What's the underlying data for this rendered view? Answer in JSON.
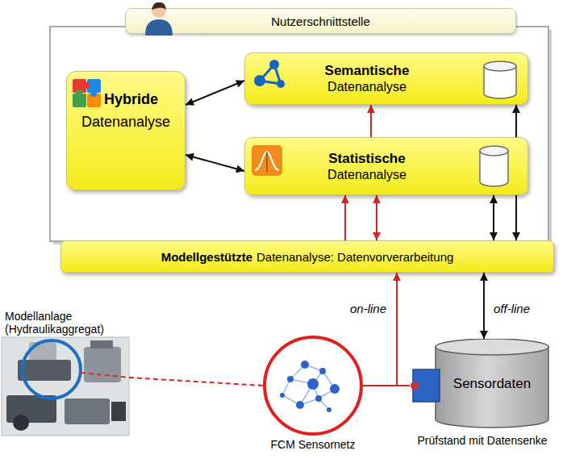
{
  "diagram": {
    "nodes": [
      {
        "text": [
          "Nutzerschnittstelle"
        ]
      },
      {
        "text": [
          "Hybride",
          "Datenanalyse"
        ]
      },
      {
        "text": [
          "Semantische",
          "Datenanalyse"
        ]
      },
      {
        "text": [
          "Statistische",
          "Datenanalyse"
        ]
      },
      {
        "text": [
          "Modellgestützte",
          "Datenanalyse: Datenvorverarbeitung"
        ]
      },
      {
        "text": [
          "Modellanlage (Hydraulikaggregat)"
        ]
      },
      {
        "text": [
          "FCM Sensornetz"
        ]
      },
      {
        "text": [
          "Sensordaten",
          "Prüfstand mit Datensenke"
        ]
      }
    ],
    "edges": [
      {
        "from": 1,
        "to": 2,
        "arrow": "both"
      },
      {
        "from": 1,
        "to": 3,
        "arrow": "both"
      },
      {
        "from": 3,
        "to": 2,
        "arrow": "to"
      },
      {
        "from": 4,
        "to": 3,
        "arrow": "to"
      },
      {
        "from": 4,
        "to": 3,
        "arrow": "both"
      },
      {
        "from": 4,
        "to": 3,
        "arrow": "both"
      },
      {
        "from": 4,
        "to": 2,
        "arrow": "both"
      },
      {
        "from": 6,
        "to": 4,
        "arrow": "to",
        "label": "on-line"
      },
      {
        "from": 6,
        "to": 7,
        "arrow": "none"
      },
      {
        "from": 7,
        "to": 4,
        "arrow": "both",
        "label": "off-line"
      },
      {
        "from": 5,
        "to": 6,
        "arrow": "none"
      }
    ]
  }
}
